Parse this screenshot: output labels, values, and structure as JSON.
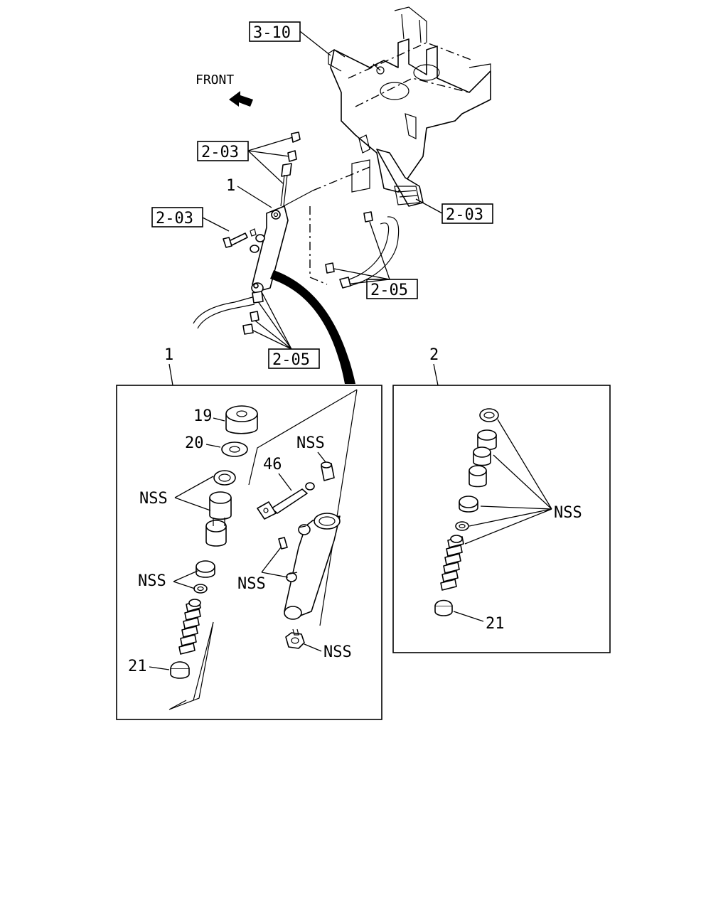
{
  "labels": {
    "front": "FRONT",
    "ref_3_10": "3-10",
    "ref_2_03_a": "2-03",
    "ref_2_03_b": "2-03",
    "ref_2_03_c": "2-03",
    "ref_2_05_a": "2-05",
    "ref_2_05_b": "2-05",
    "callout_1_top": "1",
    "callout_1_panel": "1",
    "callout_2_panel": "2",
    "part_19": "19",
    "part_20": "20",
    "part_46": "46",
    "part_21_left": "21",
    "part_21_right": "21",
    "nss_1": "NSS",
    "nss_2": "NSS",
    "nss_3": "NSS",
    "nss_4": "NSS",
    "nss_5": "NSS",
    "nss_6": "NSS"
  },
  "icons": {
    "front_arrow": "front-arrow-icon"
  }
}
